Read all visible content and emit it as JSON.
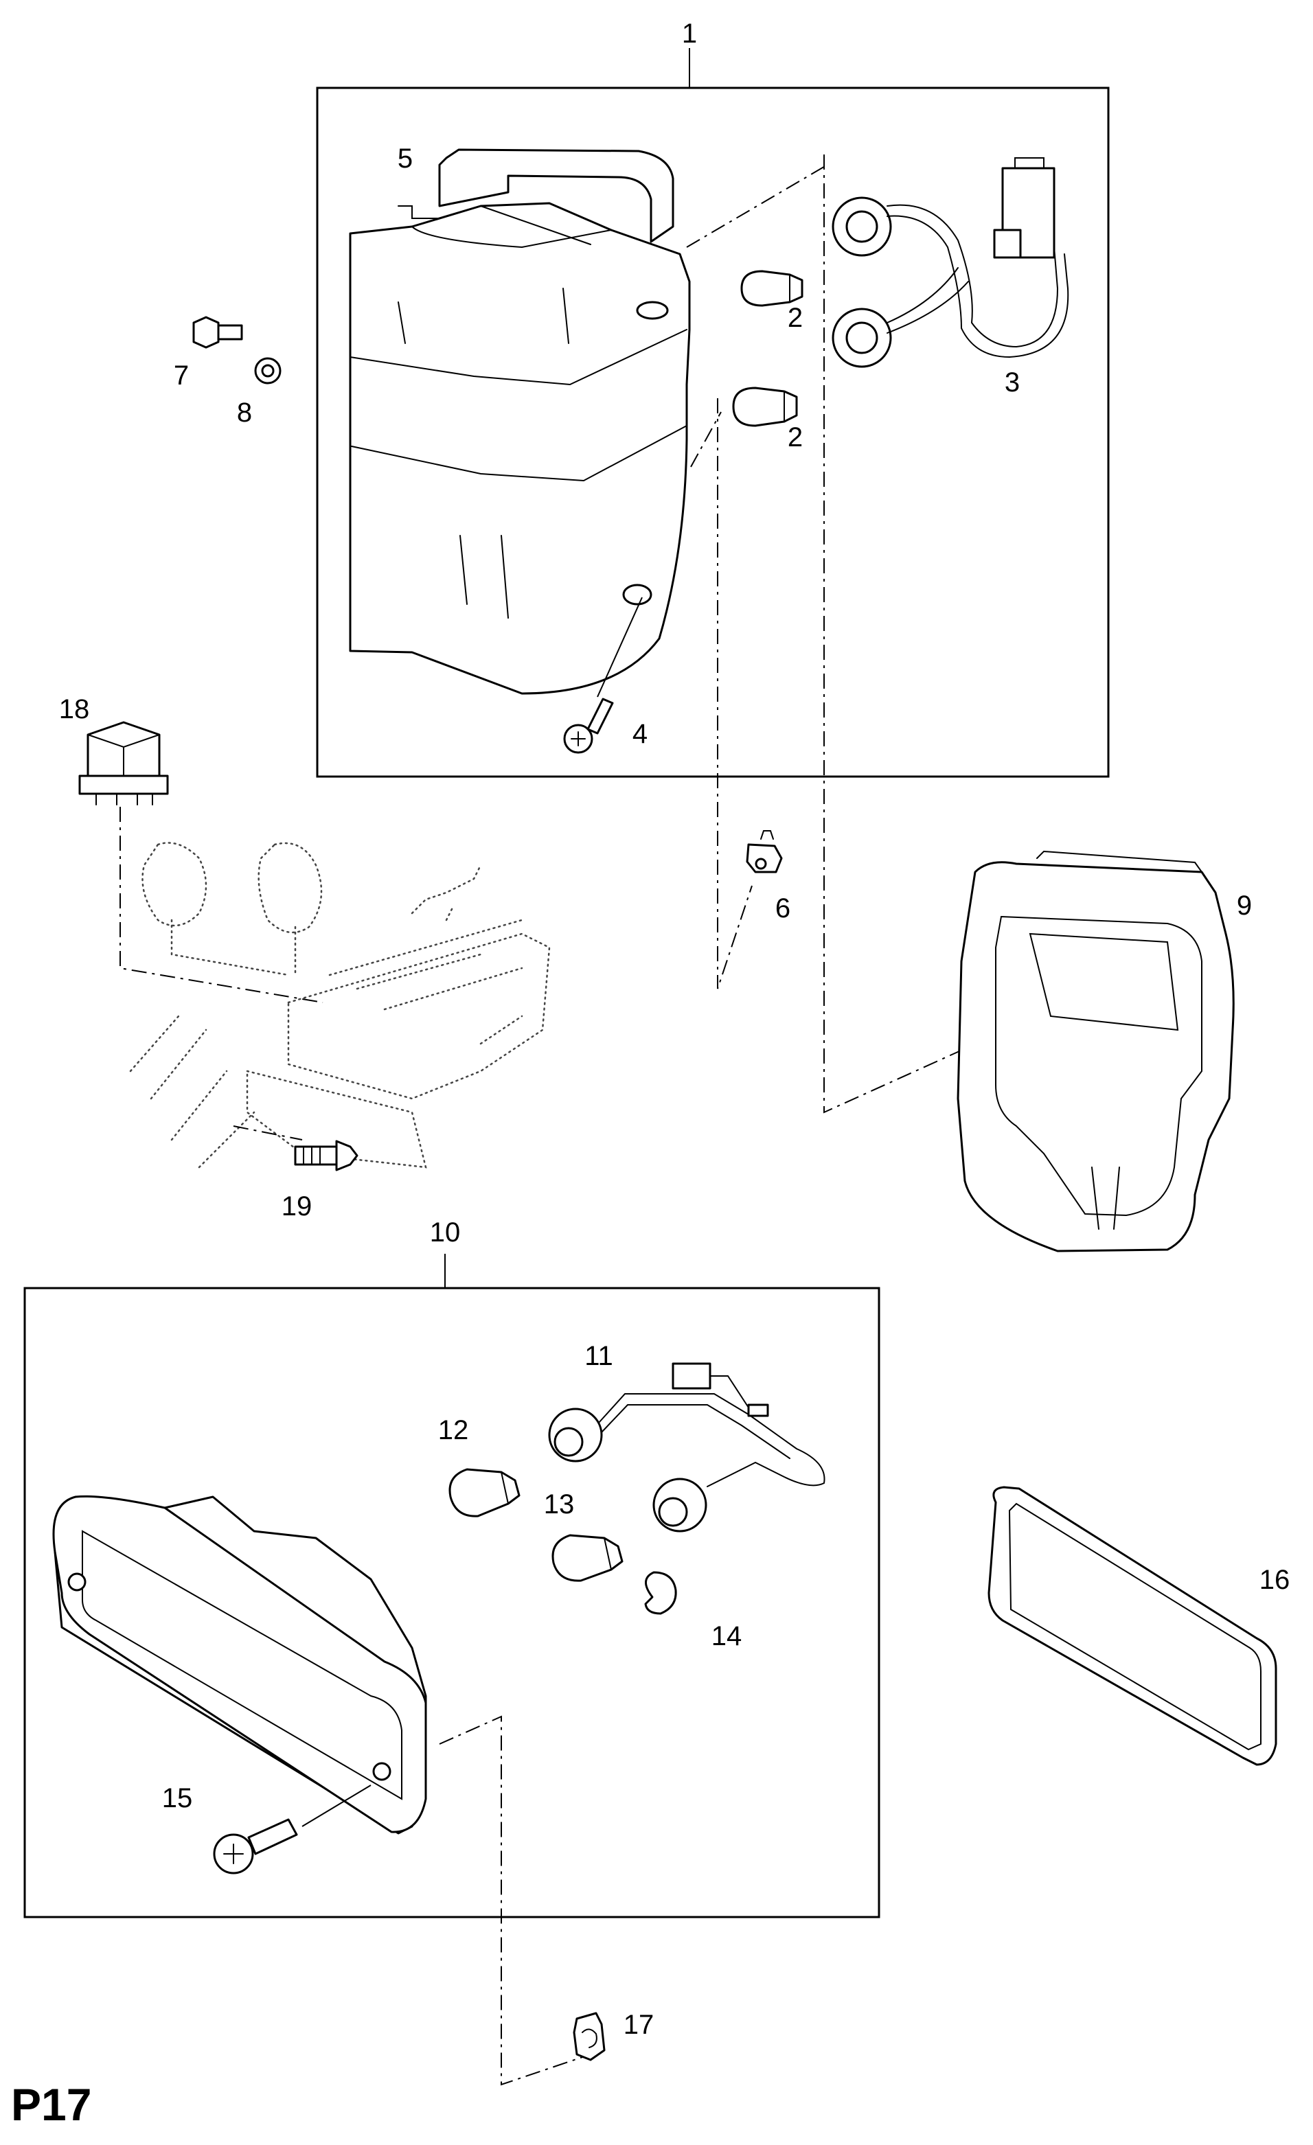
{
  "page_code": "P17",
  "callouts": {
    "c1": "1",
    "c2a": "2",
    "c2b": "2",
    "c3": "3",
    "c4": "4",
    "c5": "5",
    "c6": "6",
    "c7": "7",
    "c8": "8",
    "c9": "9",
    "c10": "10",
    "c11": "11",
    "c12": "12",
    "c13": "13",
    "c14": "14",
    "c15": "15",
    "c16": "16",
    "c17": "17",
    "c18": "18",
    "c19": "19"
  }
}
